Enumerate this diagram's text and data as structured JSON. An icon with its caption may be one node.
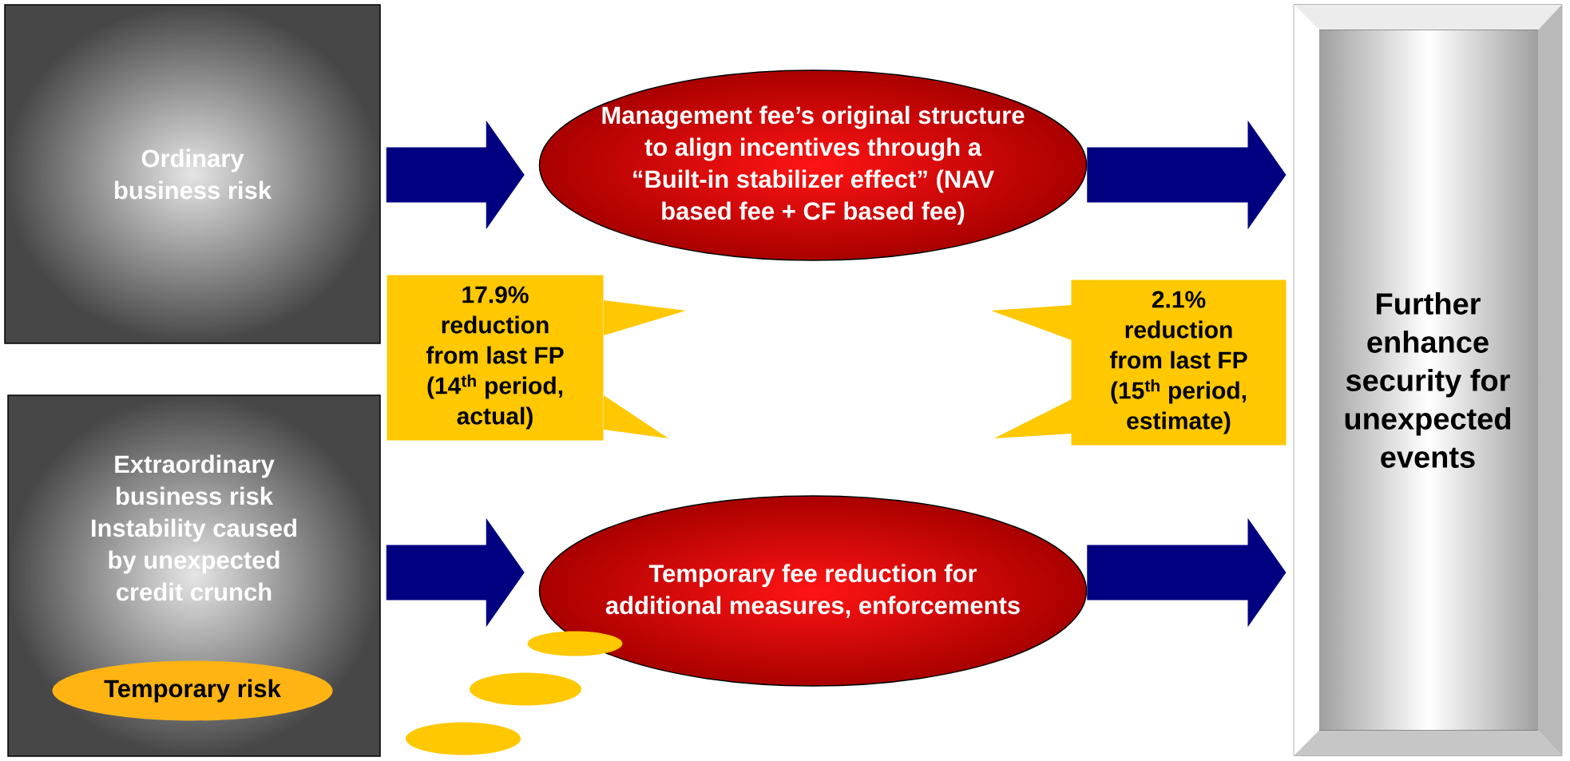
{
  "diagram": {
    "nodes": [
      {
        "text": [
          "Ordinary business risk"
        ]
      },
      {
        "text": [
          "Extraordinary business risk",
          "Instability caused by unexpected credit crunch"
        ]
      },
      {
        "text": [
          "Temporary risk"
        ],
        "in": 1
      },
      {
        "text": [
          "Management fee’s original structure to align incentives through a “Built-in stabilizer effect” (NAV based fee + CF based fee)"
        ]
      },
      {
        "text": [
          "17.9% reduction from last FP (14$^{th}$ period, actual)"
        ]
      },
      {
        "text": [
          "2.1% reduction from last FP (15$^{th}$ period, estimate)"
        ]
      },
      {
        "text": [
          "Temporary fee reduction for additional measures, enforcements"
        ]
      },
      {
        "text": [
          "Further enhance security for unexpected events"
        ]
      }
    ],
    "edges": [
      {
        "from": 0,
        "to": 3,
        "arrow": "to"
      },
      {
        "from": 3,
        "to": 7,
        "arrow": "to"
      },
      {
        "from": 1,
        "to": 6,
        "arrow": "to"
      },
      {
        "from": 6,
        "to": 7,
        "arrow": "to"
      }
    ]
  }
}
